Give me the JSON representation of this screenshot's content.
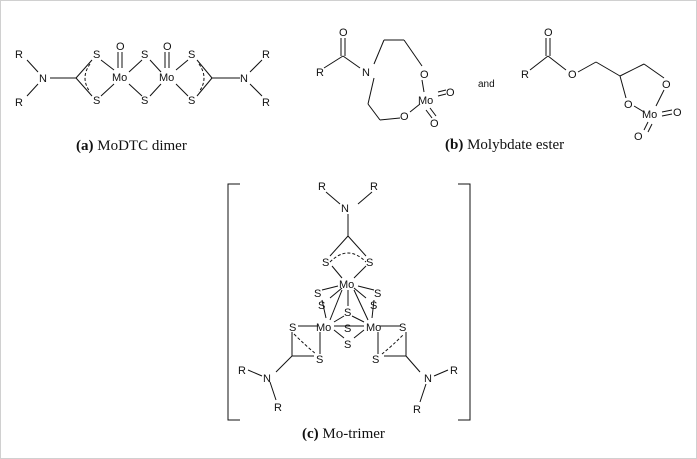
{
  "labels": {
    "R": "R",
    "N": "N",
    "S": "S",
    "O": "O",
    "Mo": "Mo",
    "and": "and"
  },
  "captions": {
    "a_letter": "(a)",
    "a_text": " MoDTC dimer",
    "b_letter": "(b)",
    "b_text": " Molybdate ester",
    "c_letter": "(c)",
    "c_text": " Mo-trimer"
  }
}
